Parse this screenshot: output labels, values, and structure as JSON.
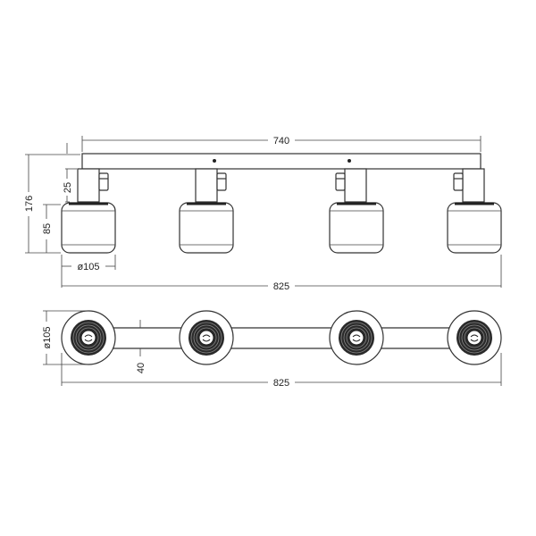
{
  "drawing": {
    "side_view": {
      "overall_length_bar": "740",
      "total_height": "176",
      "stem_height": "25",
      "head_height": "85",
      "head_diameter": "ø105",
      "overall_length": "825"
    },
    "top_view": {
      "head_diameter": "ø105",
      "bar_width": "40",
      "overall_length": "825"
    },
    "spot_count": 4
  }
}
